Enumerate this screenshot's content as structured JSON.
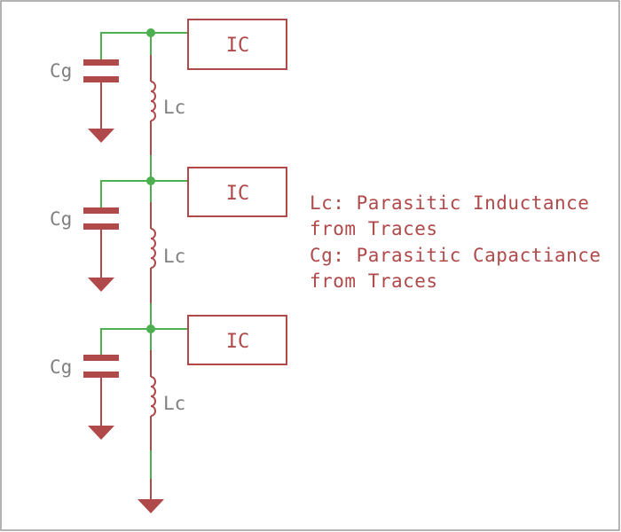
{
  "stages": [
    {
      "ic_label": "IC",
      "cap_label": "Cg",
      "ind_label": "Lc"
    },
    {
      "ic_label": "IC",
      "cap_label": "Cg",
      "ind_label": "Lc"
    },
    {
      "ic_label": "IC",
      "cap_label": "Cg",
      "ind_label": "Lc"
    }
  ],
  "legend": {
    "lines": [
      "Lc: Parasitic Inductance",
      "from Traces",
      "Cg: Parasitic Capactiance",
      "from Traces"
    ]
  },
  "colors": {
    "wire": "#4caf50",
    "component": "#b04a4a",
    "label": "#808080"
  }
}
